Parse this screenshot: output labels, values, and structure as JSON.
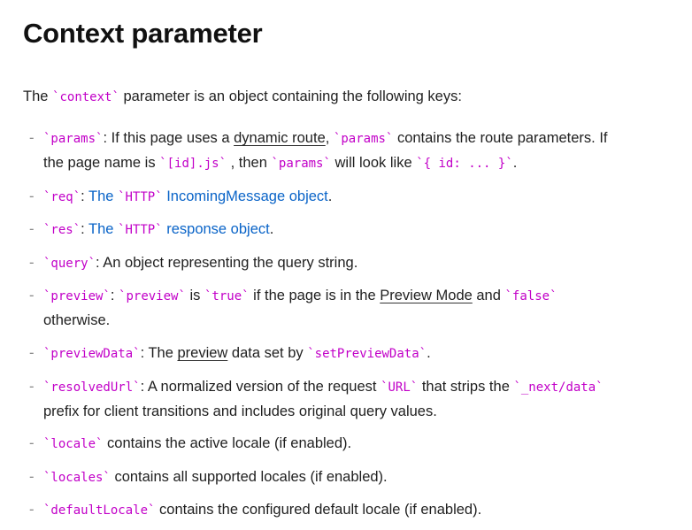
{
  "heading": "Context parameter",
  "intro": {
    "before": "The ",
    "code": "`context`",
    "after": " parameter is an object containing the following keys:"
  },
  "items": [
    {
      "key": "`params`",
      "t1": ": If this page uses a ",
      "link": "dynamic route",
      "t2": ", ",
      "code2": "`params`",
      "t3": " contains the route parameters. If the page name is ",
      "code3": "`[id].js`",
      "t4": " , then ",
      "code4": "`params`",
      "t5": " will look like ",
      "code5": "`{ id: ... }`",
      "t6": "."
    },
    {
      "key": "`req`",
      "t1": ": ",
      "link1": "The ",
      "code": "`HTTP`",
      "link2": " IncomingMessage object",
      "t2": "."
    },
    {
      "key": "`res`",
      "t1": ": ",
      "link1": "The ",
      "code": "`HTTP`",
      "link2": " response object",
      "t2": "."
    },
    {
      "key": "`query`",
      "t1": ": An object representing the query string."
    },
    {
      "key": "`preview`",
      "t1": ": ",
      "code2": "`preview`",
      "t2": " is ",
      "code3": "`true`",
      "t3": " if the page is in the ",
      "link": "Preview Mode",
      "t4": " and ",
      "code4": "`false`",
      "t5": " otherwise."
    },
    {
      "key": "`previewData`",
      "t1": ": The ",
      "link": "preview",
      "t2": " data set by ",
      "code2": "`setPreviewData`",
      "t3": "."
    },
    {
      "key": "`resolvedUrl`",
      "t1": ": A normalized version of the request ",
      "code2": "`URL`",
      "t2": " that strips the ",
      "code3": "`_next/data`",
      "t3": " prefix for client transitions and includes original query values."
    },
    {
      "key": "`locale`",
      "t1": " contains the active locale (if enabled)."
    },
    {
      "key": "`locales`",
      "t1": " contains all supported locales (if enabled)."
    },
    {
      "key": "`defaultLocale`",
      "t1": " contains the configured default locale (if enabled)."
    }
  ],
  "dash": "-",
  "colors": {
    "code": "#c200c8",
    "link": "#0a64c8",
    "text": "#1f1f1f"
  }
}
